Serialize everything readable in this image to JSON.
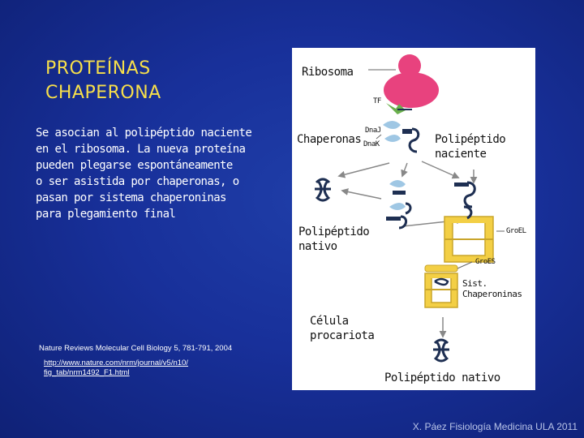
{
  "slide": {
    "title": "PROTEÍNAS\nCHAPERONA",
    "body": "Se asocian al polipéptido naciente\nen el ribosoma. La nueva proteína\npueden plegarse espontáneamente\no ser asistida por chaperonas, o\npasan por sistema chaperoninas\npara plegamiento final",
    "reference": "Nature Reviews Molecular Cell Biology 5, 781-791, 2004",
    "url": "http://www.nature.com/nrm/journal/v5/n10/\nfig_tab/nrm1492_F1.html",
    "footer": "X. Páez Fisiología Medicina ULA 2011"
  },
  "diagram": {
    "labels": {
      "ribosoma": "Ribosoma",
      "chaperonas": "Chaperonas",
      "polipeptido_naciente": "Polipéptido\nnaciente",
      "polipeptido_nativo_mid": "Polipéptido\nnativo",
      "sist_chaperoninas": "Sist.\nChaperoninas",
      "celula_procariota": "Célula\nprocariota",
      "polipeptido_nativo_bottom": "Polipéptido nativo"
    },
    "protein_tags": {
      "tf": "TF",
      "dnaj": "DnaJ",
      "dnak": "DnaK",
      "groel": "GroEL",
      "groes": "GroES"
    },
    "colors": {
      "ribosome": "#e8427e",
      "chaperone": "#9fc7e4",
      "chaperonin": "#f3cf45",
      "chain": "#1e2f52"
    }
  }
}
